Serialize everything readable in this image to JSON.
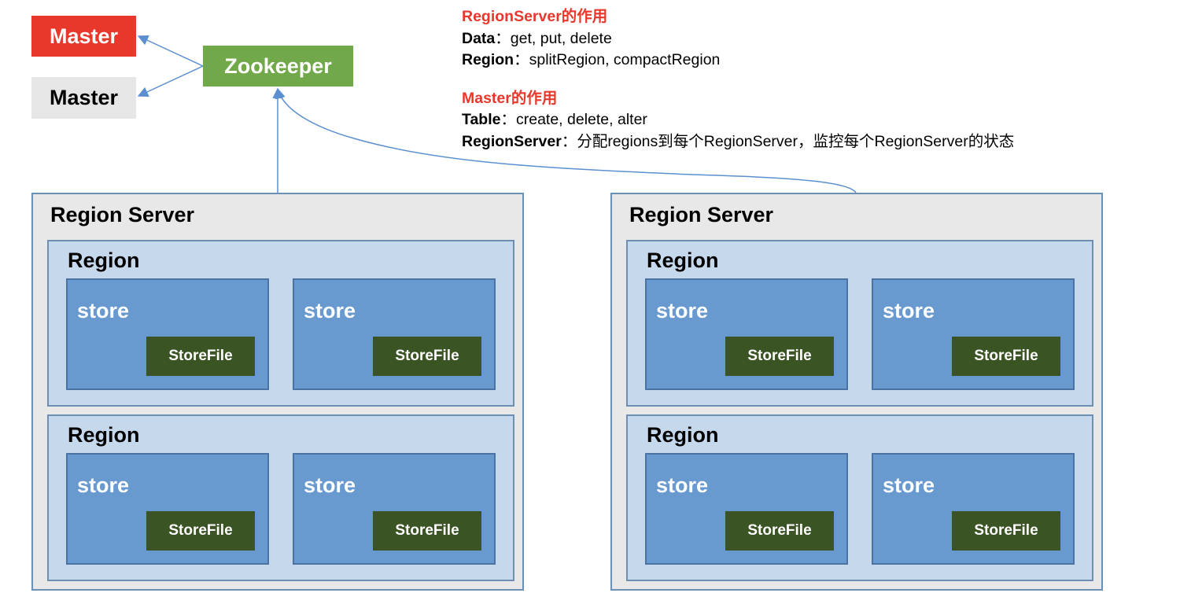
{
  "masters": {
    "active": "Master",
    "standby": "Master"
  },
  "zookeeper": "Zookeeper",
  "notes": {
    "regionserver_heading": "RegionServer的作用",
    "rs_line1_key": "Data",
    "rs_line1_val": "：get, put, delete",
    "rs_line2_key": "Region",
    "rs_line2_val": "：splitRegion, compactRegion",
    "master_heading": "Master的作用",
    "m_line1_key": "Table",
    "m_line1_val": "：create, delete, alter",
    "m_line2_key": "RegionServer",
    "m_line2_val": "：分配regions到每个RegionServer，监控每个RegionServer的状态"
  },
  "servers": [
    {
      "title": "Region Server",
      "regions": [
        {
          "title": "Region",
          "stores": [
            {
              "title": "store",
              "file": "StoreFile"
            },
            {
              "title": "store",
              "file": "StoreFile"
            }
          ]
        },
        {
          "title": "Region",
          "stores": [
            {
              "title": "store",
              "file": "StoreFile"
            },
            {
              "title": "store",
              "file": "StoreFile"
            }
          ]
        }
      ]
    },
    {
      "title": "Region Server",
      "regions": [
        {
          "title": "Region",
          "stores": [
            {
              "title": "store",
              "file": "StoreFile"
            },
            {
              "title": "store",
              "file": "StoreFile"
            }
          ]
        },
        {
          "title": "Region",
          "stores": [
            {
              "title": "store",
              "file": "StoreFile"
            },
            {
              "title": "store",
              "file": "StoreFile"
            }
          ]
        }
      ]
    }
  ],
  "colors": {
    "master_active": "#e8382b",
    "zookeeper": "#71a84a",
    "store": "#6899cf",
    "storefile": "#3b5424",
    "connector": "#5b8fd0"
  }
}
